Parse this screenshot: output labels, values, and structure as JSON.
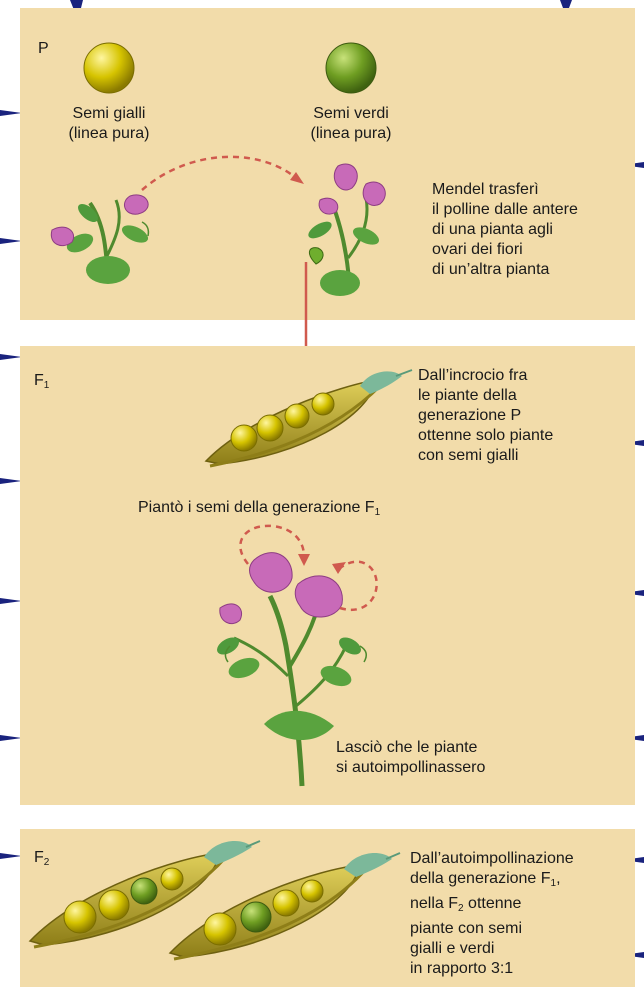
{
  "generations": {
    "p": "P",
    "f1_base": "F",
    "f1_sub": "1",
    "f2_base": "F",
    "f2_sub": "2"
  },
  "parents": {
    "yellow_label_line1": "Semi gialli",
    "yellow_label_line2": "(linea pura)",
    "green_label_line1": "Semi verdi",
    "green_label_line2": "(linea pura)",
    "transfer_note": [
      "Mendel trasferì",
      "il polline dalle antere",
      "di una pianta agli",
      "ovari dei fiori",
      "di un’altra pianta"
    ]
  },
  "f1": {
    "cross_note": [
      "Dall’incrocio fra",
      "le piante della",
      "generazione P",
      "ottenne solo piante",
      "con semi gialli"
    ],
    "planted_base": "Piantò i semi della generazione F",
    "planted_sub": "1",
    "selfing_note": [
      "Lasciò che le piante",
      "si autoimpollinassero"
    ]
  },
  "f2": {
    "line1": "Dall’autoimpollinazione",
    "line2_base": "della generazione F",
    "line2_sub": "1",
    "line2_end": ",",
    "line3_pre": "nella F",
    "line3_sub": "2",
    "line3_post": " ottenne",
    "line4": "piante con semi",
    "line5": "gialli e verdi",
    "line6": "in rapporto 3:1"
  },
  "colors": {
    "panel_bg": "#f2dcaa",
    "yellow_seed": "#c9b800",
    "green_seed": "#6a9a1e",
    "pod": "#b8a62a",
    "flower": "#c86ab8",
    "leaf": "#4f9a3c",
    "arrow": "#d05a4e",
    "decor_arrow": "#1a237e"
  }
}
